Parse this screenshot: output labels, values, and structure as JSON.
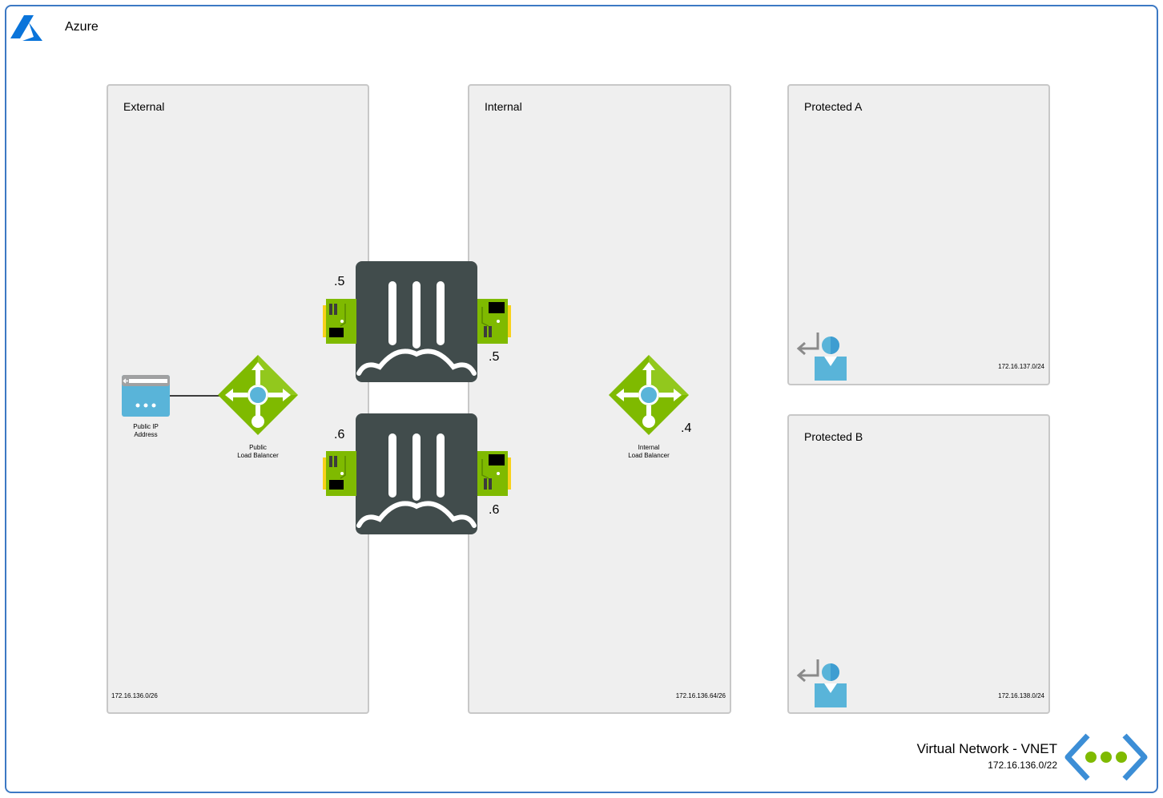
{
  "header": {
    "title": "Azure",
    "logo_icon": "azure-logo-icon"
  },
  "subnets": {
    "external": {
      "title": "External",
      "cidr": "172.16.136.0/26"
    },
    "internal": {
      "title": "Internal",
      "cidr": "172.16.136.64/26"
    },
    "protected_a": {
      "title": "Protected A",
      "cidr": "172.16.137.0/24"
    },
    "protected_b": {
      "title": "Protected B",
      "cidr": "172.16.138.0/24"
    }
  },
  "firewall_1": {
    "ext_ip": ".5",
    "int_ip": ".5",
    "icon": "fortigate-icon"
  },
  "firewall_2": {
    "ext_ip": ".6",
    "int_ip": ".6",
    "icon": "fortigate-icon"
  },
  "public_ip": {
    "label_line1": "Public IP",
    "label_line2": "Address",
    "icon": "public-ip-icon"
  },
  "public_lb": {
    "label_line1": "Public",
    "label_line2": "Load Balancer",
    "icon": "load-balancer-icon"
  },
  "internal_lb": {
    "label_line1": "Internal",
    "label_line2": "Load Balancer",
    "ip": ".4",
    "icon": "load-balancer-icon"
  },
  "vnet": {
    "title": "Virtual Network - VNET",
    "cidr": "172.16.136.0/22",
    "icon": "vnet-icon"
  },
  "colors": {
    "frame": "#3c79c4",
    "firewall": "#414c4c",
    "lb_green": "#7fba00",
    "nic_green": "#7fba00",
    "route_user_blue": "#59b4d9"
  }
}
